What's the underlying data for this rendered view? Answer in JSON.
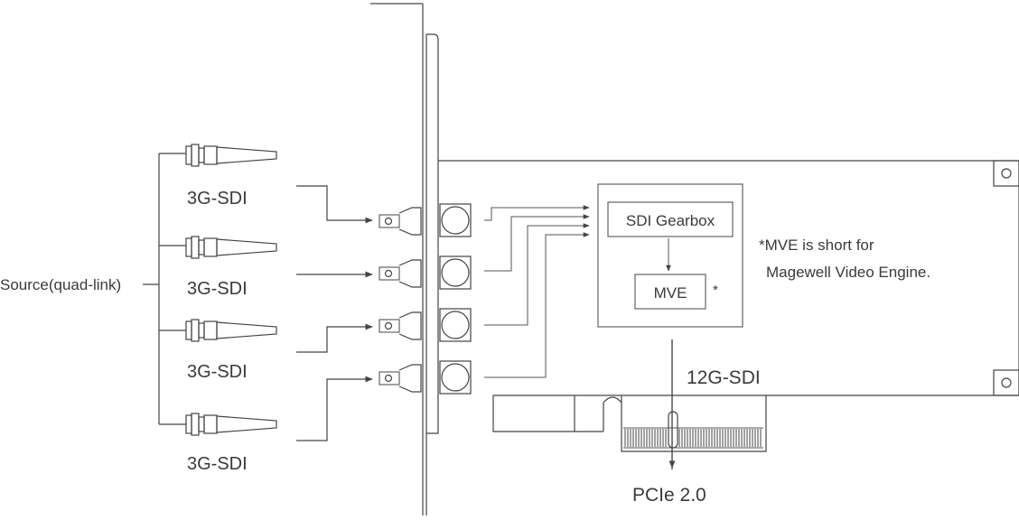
{
  "source_label": "Source(quad-link)",
  "inputs": [
    {
      "label": "3G-SDI"
    },
    {
      "label": "3G-SDI"
    },
    {
      "label": "3G-SDI"
    },
    {
      "label": "3G-SDI"
    }
  ],
  "engine": {
    "gearbox_label": "SDI Gearbox",
    "mve_label": "MVE",
    "mve_marker": "*"
  },
  "note": {
    "line1": "*MVE is short for",
    "line2": "Magewell Video Engine."
  },
  "output_label": "12G-SDI",
  "bus_label": "PCIe 2.0",
  "colors": {
    "stroke": "#444444",
    "text": "#3a3a3a",
    "background": "#ffffff"
  }
}
